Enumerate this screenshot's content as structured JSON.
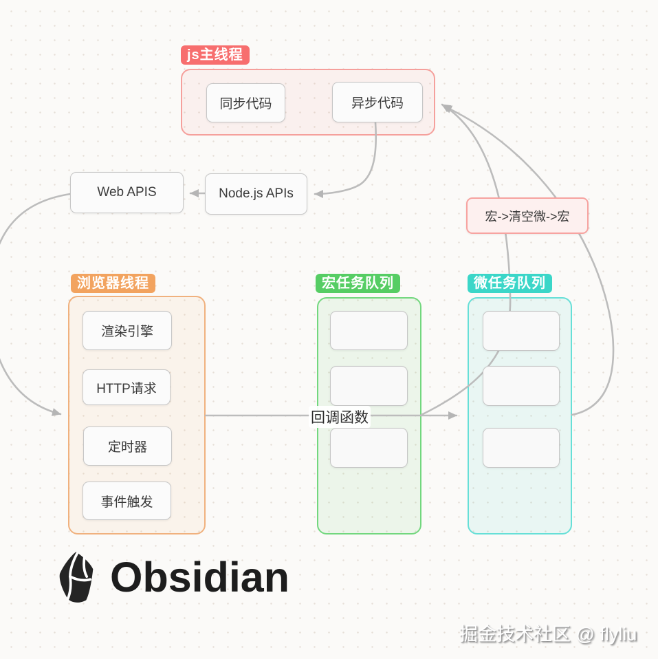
{
  "main_thread": {
    "label": "js主线程",
    "items": [
      "同步代码",
      "异步代码"
    ]
  },
  "api_nodes": {
    "web": "Web APIS",
    "node": "Node.js APIs"
  },
  "rule_card": {
    "text": "宏->清空微->宏"
  },
  "browser_thread": {
    "label": "浏览器线程",
    "items": [
      "渲染引擎",
      "HTTP请求",
      "定时器",
      "事件触发"
    ]
  },
  "macro_queue": {
    "label": "宏任务队列",
    "slots": 3
  },
  "micro_queue": {
    "label": "微任务队列",
    "slots": 3
  },
  "edge_labels": {
    "callback": "回调函数"
  },
  "colors": {
    "red_accent": "#f76e6e",
    "orange_accent": "#f2a35f",
    "green_accent": "#56cd64",
    "cyan_accent": "#3bd6c8",
    "edge_gray": "#bcbcbc"
  },
  "branding": {
    "logo_text": "Obsidian",
    "watermark": "掘金技术社区 @ flyliu"
  }
}
